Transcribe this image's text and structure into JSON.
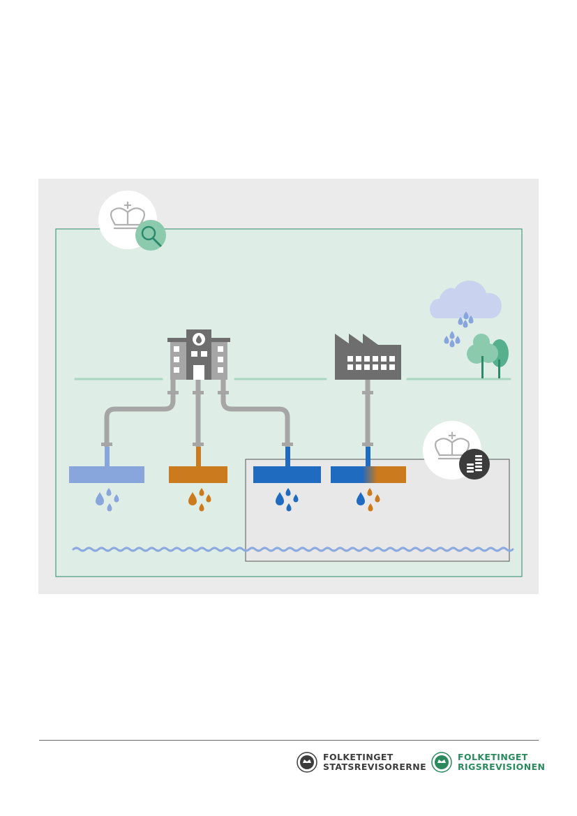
{
  "logos": {
    "statsrevisorerne": {
      "line1": "FOLKETINGET",
      "line2": "STATSREVISORERNE"
    },
    "rigsrevisionen": {
      "line1": "FOLKETINGET",
      "line2": "RIGSREVISIONEN"
    }
  },
  "colors": {
    "panel_bg": "#ebebeb",
    "area_bg": "#deede6",
    "area_border": "#2b8a6c",
    "pipe_gray": "#a6a6a6",
    "building_gray": "#6e6e6e",
    "light_blue": "#88a6dc",
    "orange": "#cc7a1e",
    "blue": "#1f6bc0",
    "ground_line": "#a9d6c0",
    "tree_green": "#8ccaae",
    "tree_dark": "#56b08d",
    "cloud": "#c9d3ef",
    "wave": "#8aaae0",
    "subpanel_bg": "#e8e8e8"
  },
  "icons": [
    "crown-magnifier-icon",
    "crown-coins-icon",
    "waterworks-building-icon",
    "factory-icon",
    "rain-cloud-icon",
    "trees-icon",
    "water-drops-icon",
    "crown-logo-icon"
  ]
}
